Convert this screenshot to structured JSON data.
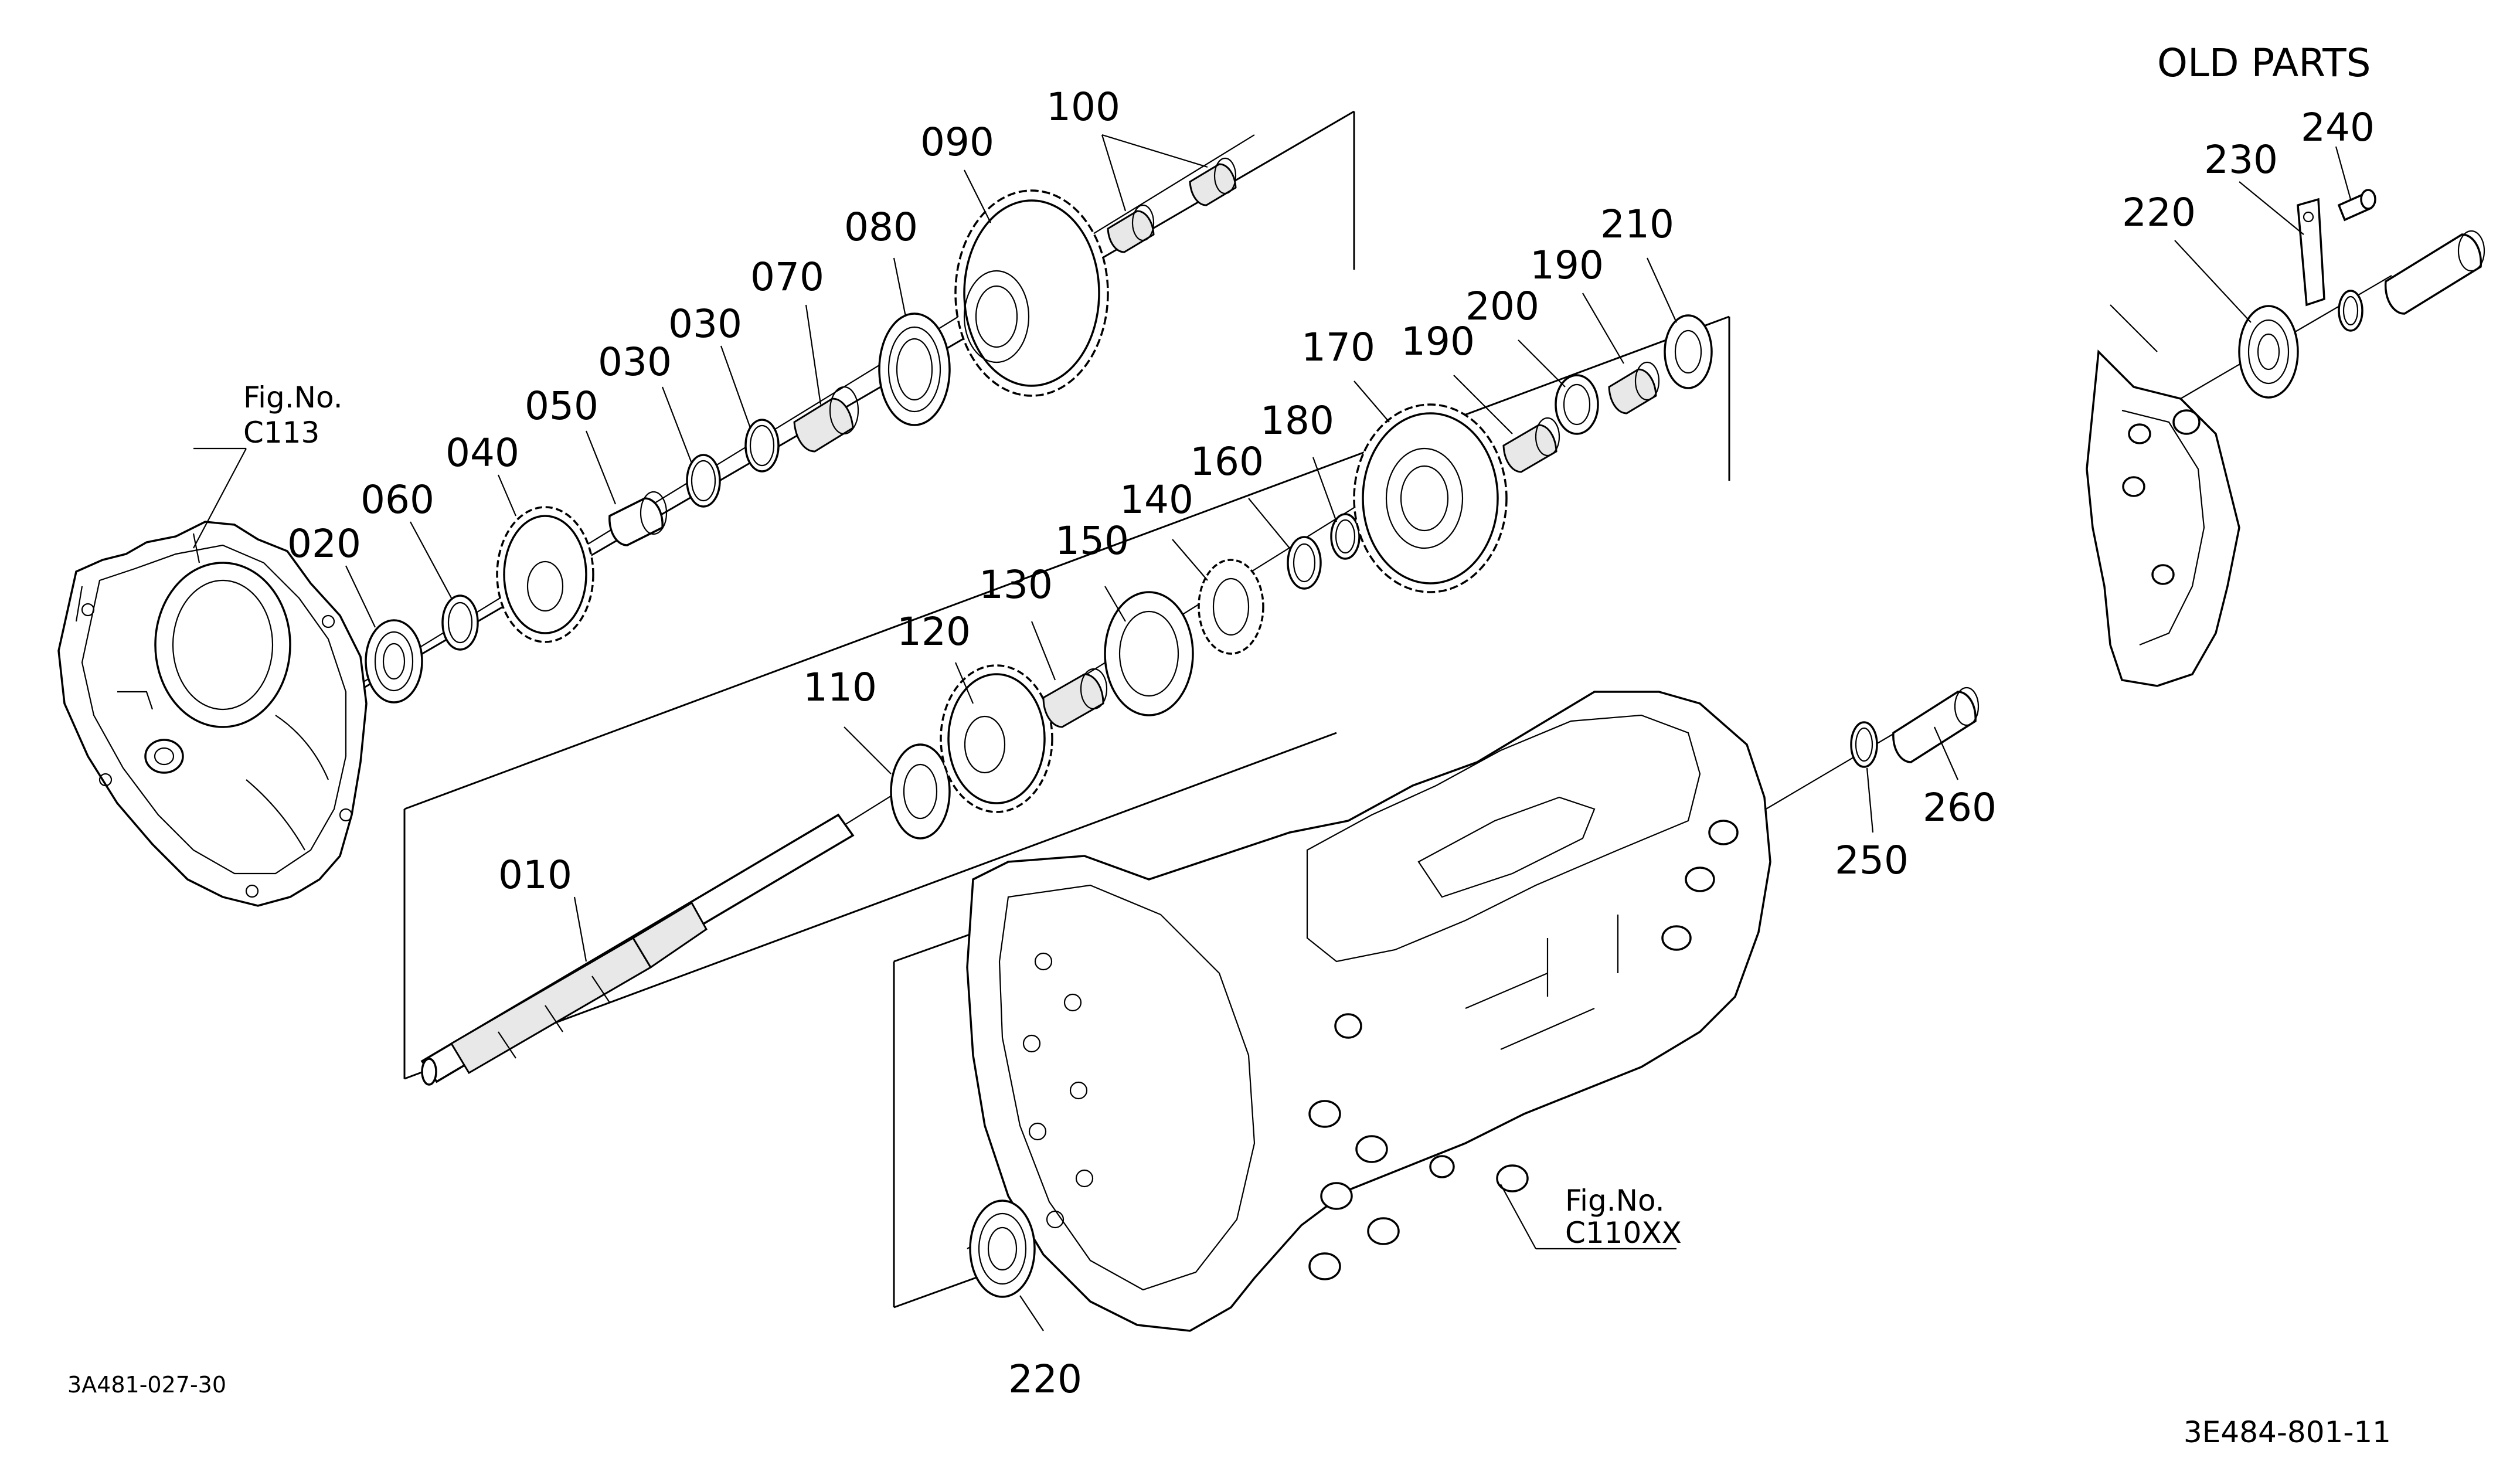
{
  "header": {
    "title": "OLD PARTS"
  },
  "figure_refs": {
    "housing_top": {
      "line1": "Fig.No.",
      "line2": "C113"
    },
    "housing_main": {
      "line1": "Fig.No.",
      "line2": "C110XX"
    }
  },
  "codes": {
    "left": "3A481-027-30",
    "right": "3E484-801-11"
  },
  "labels": {
    "p010": "010",
    "p020": "020",
    "p030a": "030",
    "p030b": "030",
    "p040": "040",
    "p050": "050",
    "p060": "060",
    "p070": "070",
    "p080": "080",
    "p090": "090",
    "p100": "100",
    "p110": "110",
    "p120": "120",
    "p130": "130",
    "p140": "140",
    "p150": "150",
    "p160": "160",
    "p170": "170",
    "p180": "180",
    "p190a": "190",
    "p190b": "190",
    "p200": "200",
    "p210": "210",
    "p220": "220",
    "p220old": "220",
    "p230": "230",
    "p240": "240",
    "p250": "250",
    "p260": "260"
  }
}
